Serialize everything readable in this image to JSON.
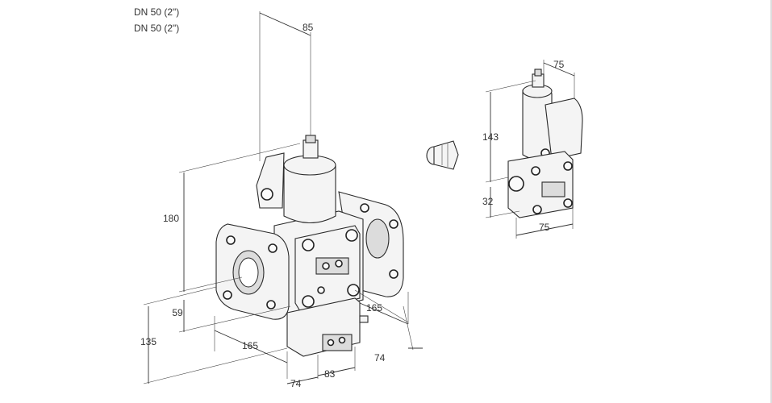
{
  "titles": [
    "DN 50 (2\")",
    "DN 50 (2\")"
  ],
  "dimensions": {
    "d85": "85",
    "d180": "180",
    "d59": "59",
    "d135": "135",
    "d165a": "165",
    "d165b": "165",
    "d74a": "74",
    "d74b": "74",
    "d83": "83",
    "d75top": "75",
    "d143": "143",
    "d32": "32",
    "d75bottom": "75"
  }
}
